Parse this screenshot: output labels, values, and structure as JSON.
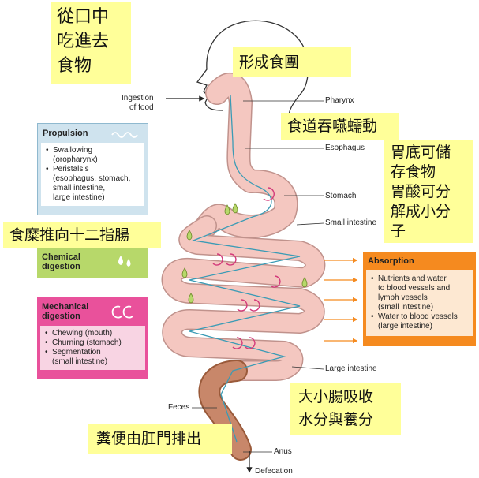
{
  "notes": {
    "mouth": "從口中\n吃進去\n食物",
    "pharynx": "形成食團",
    "esophagus": "食道吞嚥蠕動",
    "stomach": "胃底可儲\n存食物\n胃酸可分\n解成小分\n子",
    "duodenum": "食糜推向十二指腸",
    "intestine": "大小腸吸收\n水分與養分",
    "anus": "糞便由肛門排出"
  },
  "labels": {
    "ingestion": "Ingestion\nof food",
    "pharynx": "Pharynx",
    "esophagus": "Esophagus",
    "stomach": "Stomach",
    "small_intestine": "Small intestine",
    "large_intestine": "Large intestine",
    "feces": "Feces",
    "anus": "Anus",
    "defecation": "Defecation"
  },
  "boxes": {
    "propulsion": {
      "title": "Propulsion",
      "items": [
        "Swallowing\n(oropharynx)",
        "Peristalsis\n(esophagus, stomach,\nsmall intestine,\nlarge intestine)"
      ]
    },
    "chemical": {
      "title": "Chemical\ndigestion"
    },
    "mechanical": {
      "title": "Mechanical\ndigestion",
      "items": [
        "Chewing (mouth)",
        "Churning (stomach)",
        "Segmentation\n(small intestine)"
      ]
    },
    "absorption": {
      "title": "Absorption",
      "items": [
        "Nutrients and water\nto blood vessels and\nlymph vessels\n(small intestine)",
        "Water to blood vessels\n(large intestine)"
      ]
    }
  },
  "colors": {
    "tract": "#f4c7c0",
    "tract_outline": "#c0928c",
    "flow": "#3a9bb5",
    "arrow_orange": "#f58a1f",
    "highlight": "#ffff99"
  }
}
